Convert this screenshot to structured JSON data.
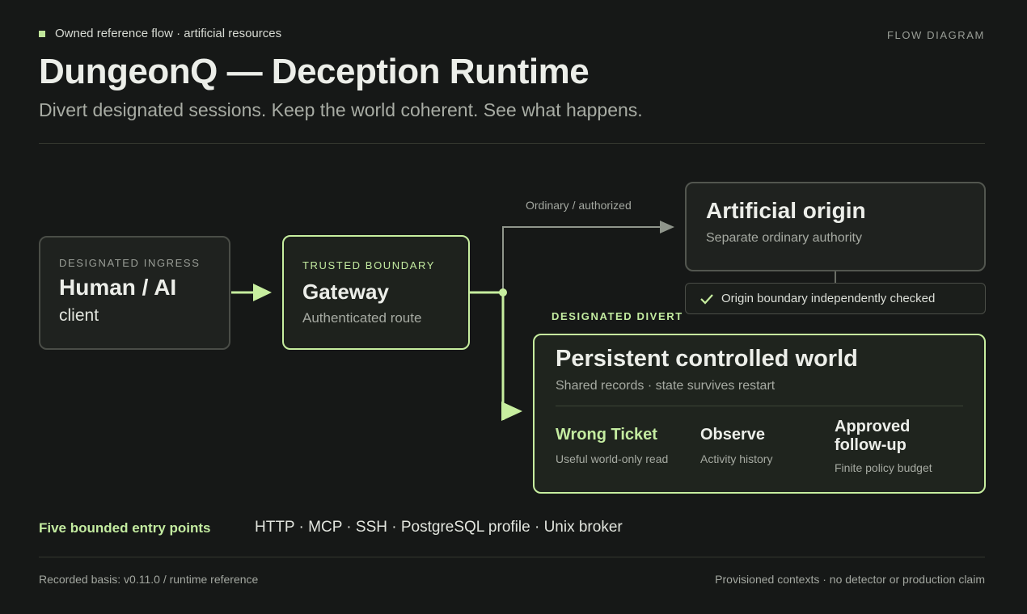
{
  "header": {
    "kicker": "Owned reference flow · artificial resources",
    "tag": "FLOW DIAGRAM",
    "title": "DungeonQ — Deception Runtime",
    "subtitle": "Divert designated sessions. Keep the world coherent. See what happens."
  },
  "nodes": {
    "client": {
      "eyebrow": "DESIGNATED INGRESS",
      "title": "Human / AI",
      "subtitle": "client"
    },
    "gateway": {
      "eyebrow": "TRUSTED BOUNDARY",
      "title": "Gateway",
      "subtitle": "Authenticated route"
    },
    "origin": {
      "title": "Artificial origin",
      "subtitle": "Separate ordinary authority"
    },
    "check": {
      "label": "Origin boundary independently checked"
    },
    "world": {
      "eyebrow": "DESIGNATED DIVERT",
      "title": "Persistent controlled world",
      "subtitle": "Shared records · state survives restart",
      "steps": [
        {
          "title": "Wrong Ticket",
          "subtitle": "Useful world-only read"
        },
        {
          "title": "Observe",
          "subtitle": "Activity history"
        },
        {
          "title": "Approved follow-up",
          "subtitle": "Finite policy budget"
        }
      ]
    }
  },
  "edges": {
    "ordinary_label": "Ordinary / authorized"
  },
  "entry_points": {
    "label": "Five bounded entry points",
    "items": "HTTP · MCP · SSH · PostgreSQL profile · Unix broker"
  },
  "footer": {
    "left": "Recorded basis: v0.11.0 / runtime reference",
    "right": "Provisioned contexts · no detector or production claim"
  },
  "colors": {
    "background": "#161817",
    "accent": "#c3eba0",
    "border_plain": "#4a4d47",
    "text_primary": "#eceee9"
  }
}
